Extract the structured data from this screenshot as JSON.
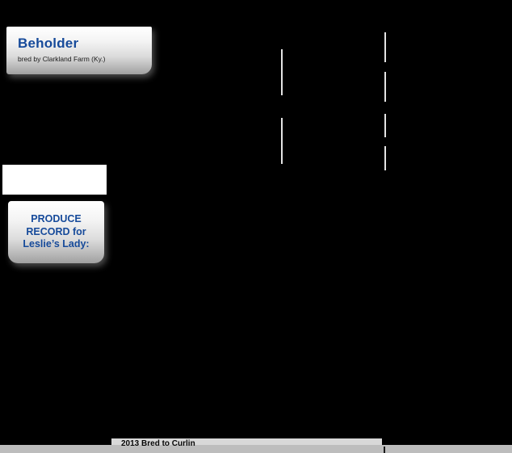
{
  "colors": {
    "page_background": "#000000",
    "accent_blue": "#164a9a",
    "badge_gradient_top": "#ffffff",
    "badge_gradient_bottom": "#a0a0a0",
    "pedigree_bracket_line": "#e4e4e4",
    "footer_strip": "#bdbdbd"
  },
  "title_badge": {
    "name": "Beholder",
    "bred_by": "bred by Clarkland Farm (Ky.)"
  },
  "produce_badge": {
    "lines": [
      "PRODUCE",
      "RECORD for",
      "Leslie’s Lady:"
    ]
  },
  "footer": {
    "entry": "2013 Bred to Curlin"
  }
}
